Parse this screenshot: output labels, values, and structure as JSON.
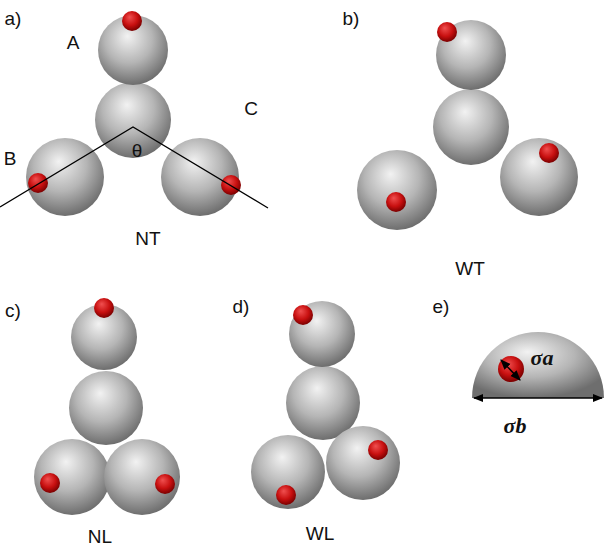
{
  "diagram": {
    "labels": [
      "a)",
      "A",
      "B",
      "θ",
      "C",
      "NT",
      "b)",
      "WT",
      "c)",
      "d)",
      "NL",
      "WL",
      "e)",
      "σa",
      "σb"
    ]
  }
}
